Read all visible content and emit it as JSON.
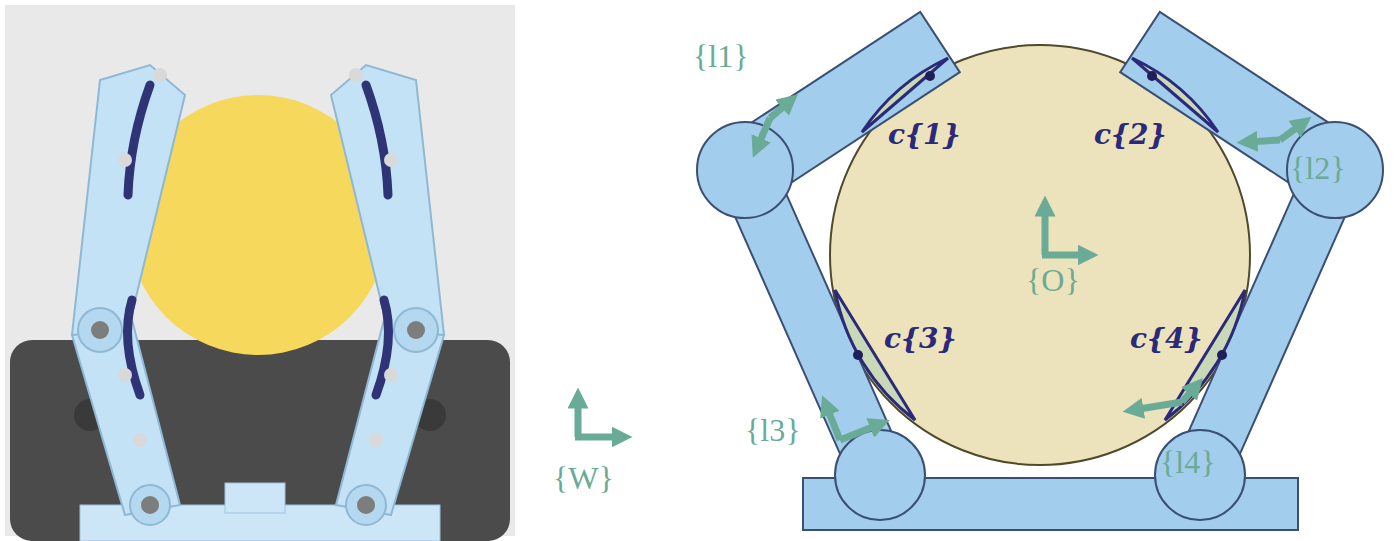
{
  "diagram": {
    "labels": [
      "{l1}",
      "{l2}",
      "{O}",
      "c{1}",
      "c{2}",
      "c{3}",
      "c{4}",
      "{l3}",
      "{l4}",
      "{W}"
    ]
  }
}
